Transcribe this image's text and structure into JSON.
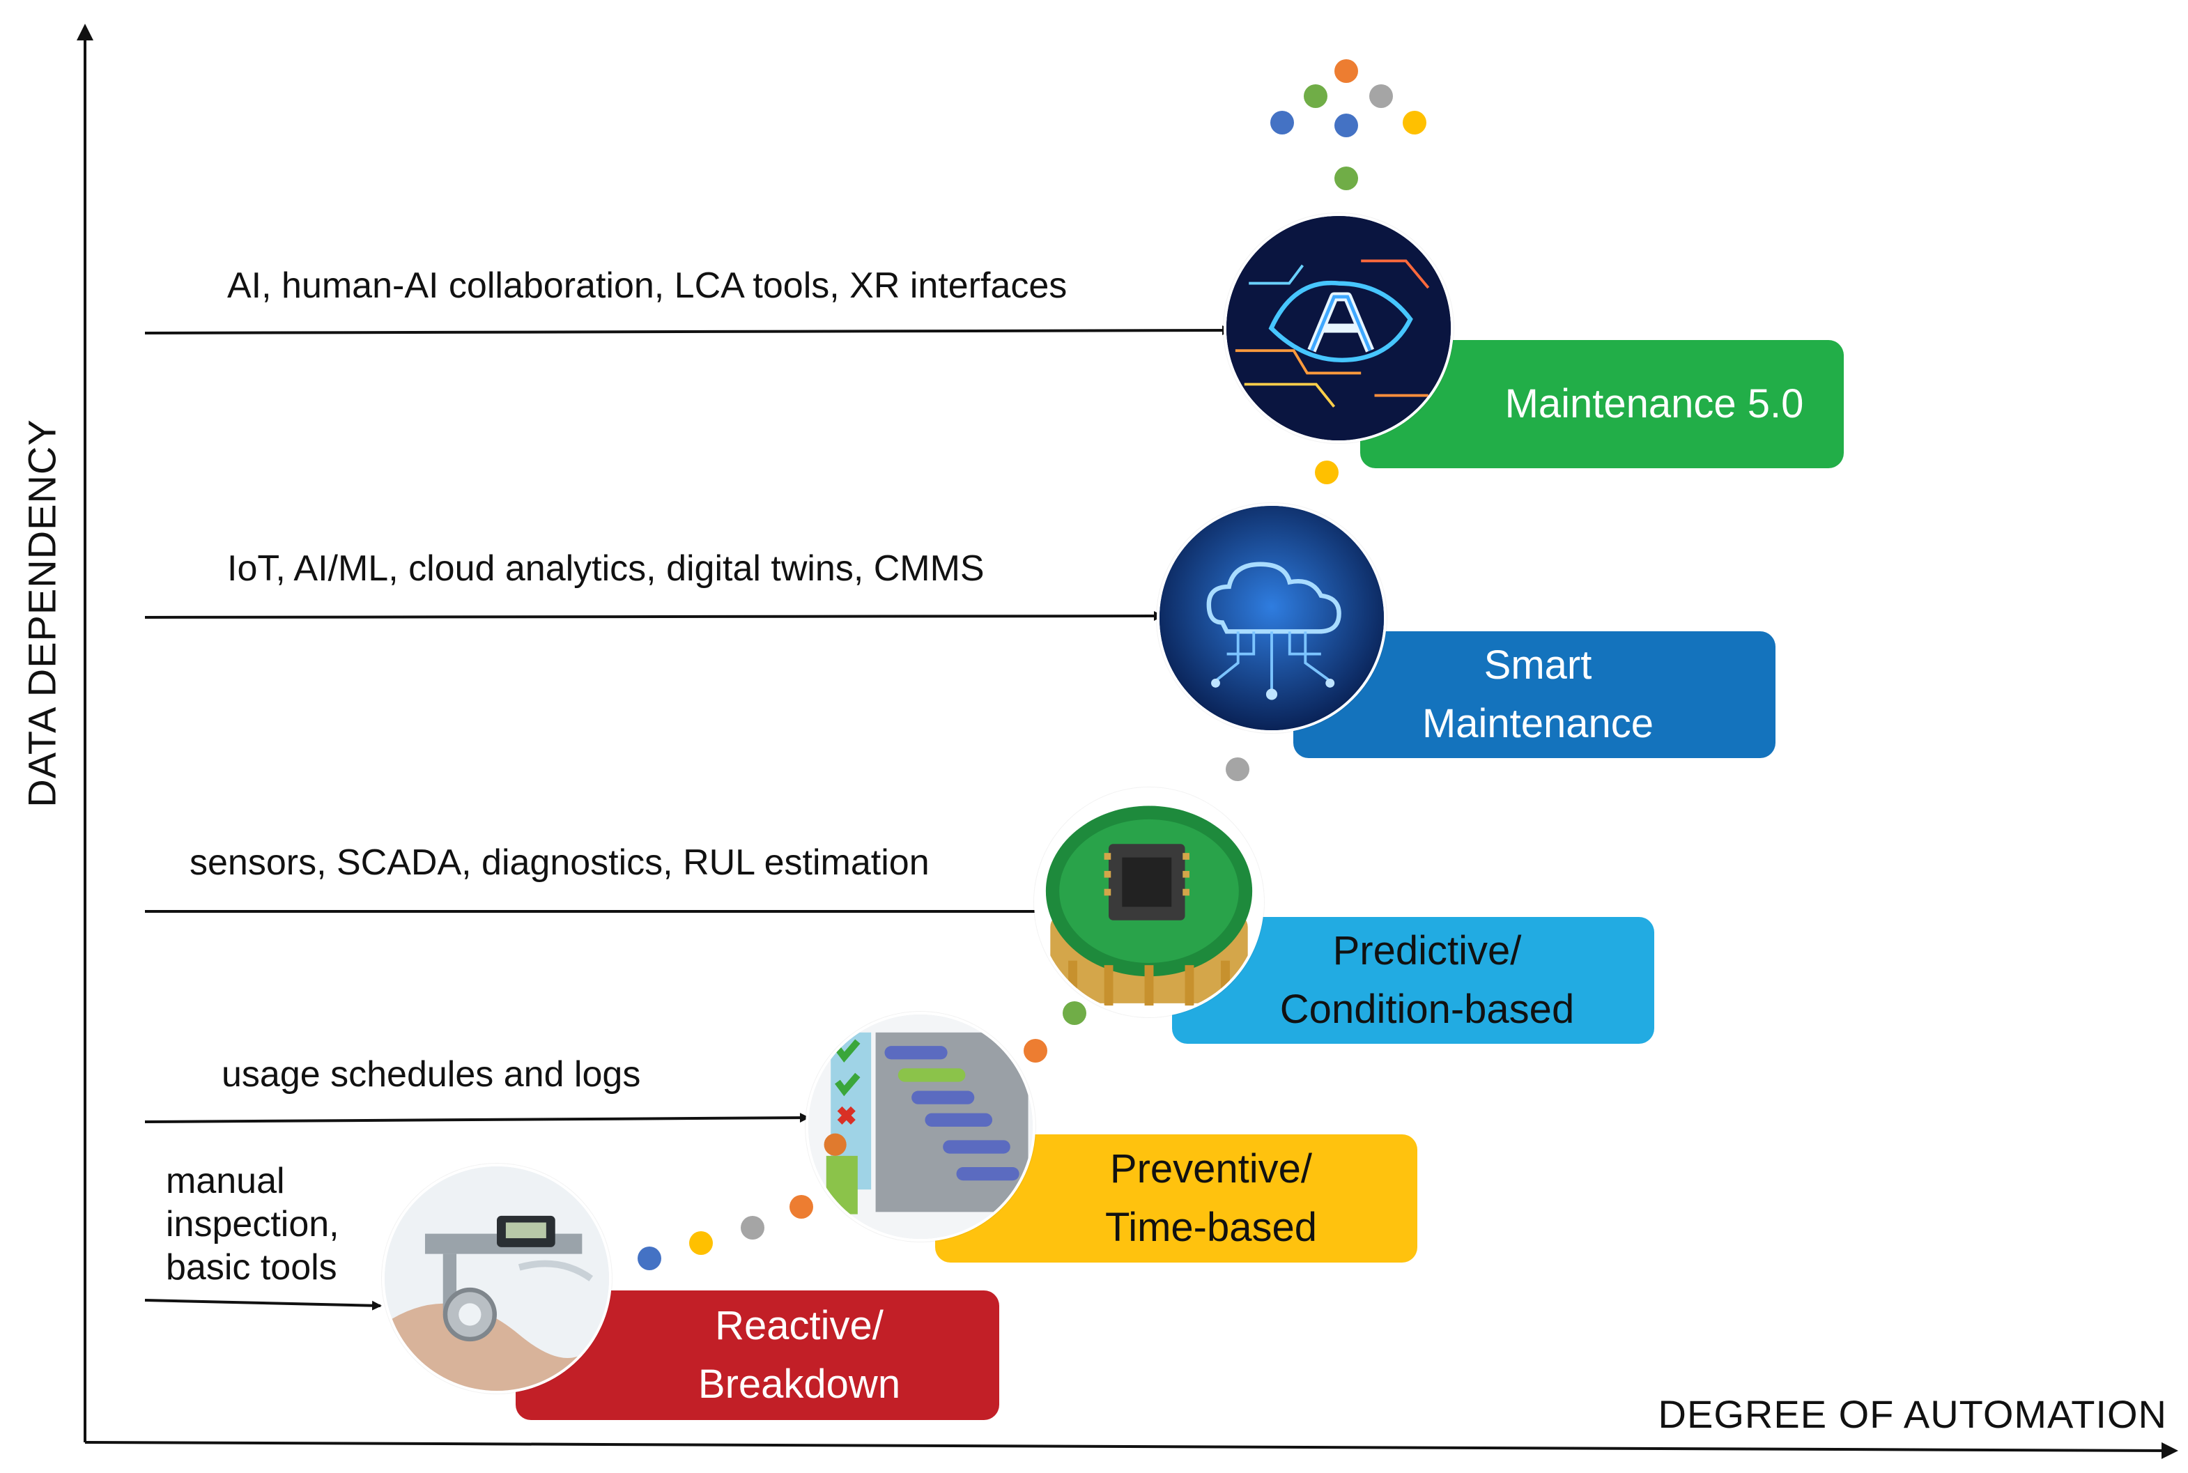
{
  "axes": {
    "y_title": "DATA DEPENDENCY",
    "x_title": "DEGREE OF AUTOMATION"
  },
  "stages": [
    {
      "id": "reactive",
      "label": "Reactive/\nBreakdown",
      "color": "#C21F27",
      "enabler": "manual\ninspection,\nbasic tools",
      "image": "calipers-photo"
    },
    {
      "id": "preventive",
      "label": "Preventive/\nTime-based",
      "color": "#FFC20E",
      "enabler": "usage schedules and logs",
      "image": "schedule-chart-photo"
    },
    {
      "id": "predictive",
      "label": "Predictive/\nCondition-based",
      "color": "#22ABE2",
      "enabler": "sensors, SCADA, diagnostics, RUL estimation",
      "image": "sensor-chip-photo"
    },
    {
      "id": "smart",
      "label": "Smart\nMaintenance",
      "color": "#1473BD",
      "enabler": "IoT, AI/ML, cloud analytics, digital twins, CMMS",
      "image": "cloud-circuit-photo"
    },
    {
      "id": "m50",
      "label": "Maintenance 5.0",
      "color": "#22AE48",
      "enabler": "AI, human-AI collaboration, LCA tools, XR interfaces",
      "image": "ai-brain-photo"
    }
  ],
  "dot_colors": {
    "blue": "#4472C4",
    "yellow": "#FFC000",
    "gray": "#A5A5A5",
    "orange": "#ED7D31",
    "green": "#70AD47"
  }
}
